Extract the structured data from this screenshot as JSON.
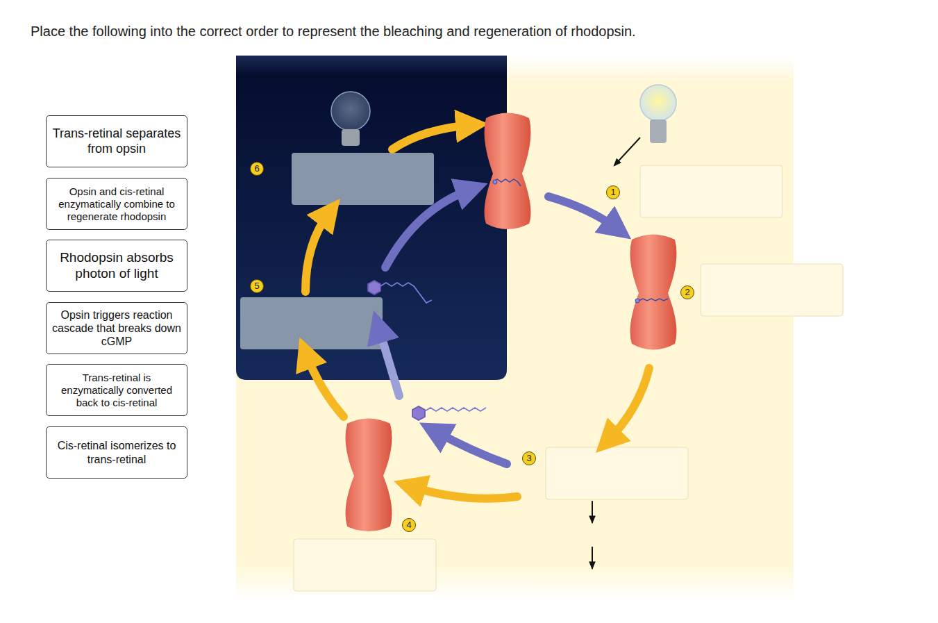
{
  "diagram": {
    "title": "Place the following into the correct order to represent the bleaching and regeneration of rhodopsin.",
    "nodes": [
      {
        "text": [
          "Trans-retinal separates from opsin"
        ]
      },
      {
        "text": [
          "Opsin and cis-retinal enzymatically combine to regenerate rhodopsin"
        ]
      },
      {
        "text": [
          "Rhodopsin absorbs photon of light"
        ]
      },
      {
        "text": [
          "Opsin triggers reaction cascade that breaks down cGMP"
        ]
      },
      {
        "text": [
          "Trans-retinal is enzymatically converted back to cis-retinal"
        ]
      },
      {
        "text": [
          "Cis-retinal isomerizes to trans-retinal"
        ]
      }
    ],
    "labels": [
      "6",
      "1",
      "5",
      "2",
      "3",
      "4"
    ]
  }
}
